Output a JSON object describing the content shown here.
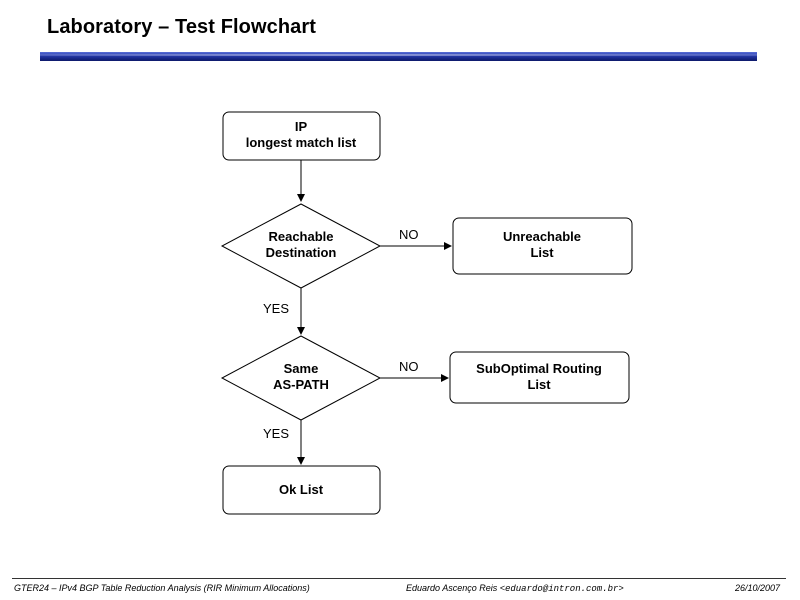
{
  "slide": {
    "title": "Laboratory – Test Flowchart"
  },
  "flowchart": {
    "start": {
      "line1": "IP",
      "line2": "longest match list"
    },
    "decision1": {
      "line1": "Reachable",
      "line2": "Destination"
    },
    "unreachable": {
      "line1": "Unreachable",
      "line2": "List"
    },
    "decision2": {
      "line1": "Same",
      "line2": "AS-PATH"
    },
    "suboptimal": {
      "line1": "SubOptimal Routing",
      "line2": "List"
    },
    "ok": {
      "line1": "Ok List"
    },
    "labels": {
      "no1": "NO",
      "yes1": "YES",
      "no2": "NO",
      "yes2": "YES"
    }
  },
  "footer": {
    "left": "GTER24 – IPv4 BGP Table Reduction Analysis (RIR Minimum  Allocations)",
    "author": "Eduardo Ascenço Reis <",
    "email": "eduardo@intron.com.br",
    "author_end": ">",
    "date": "26/10/2007"
  }
}
